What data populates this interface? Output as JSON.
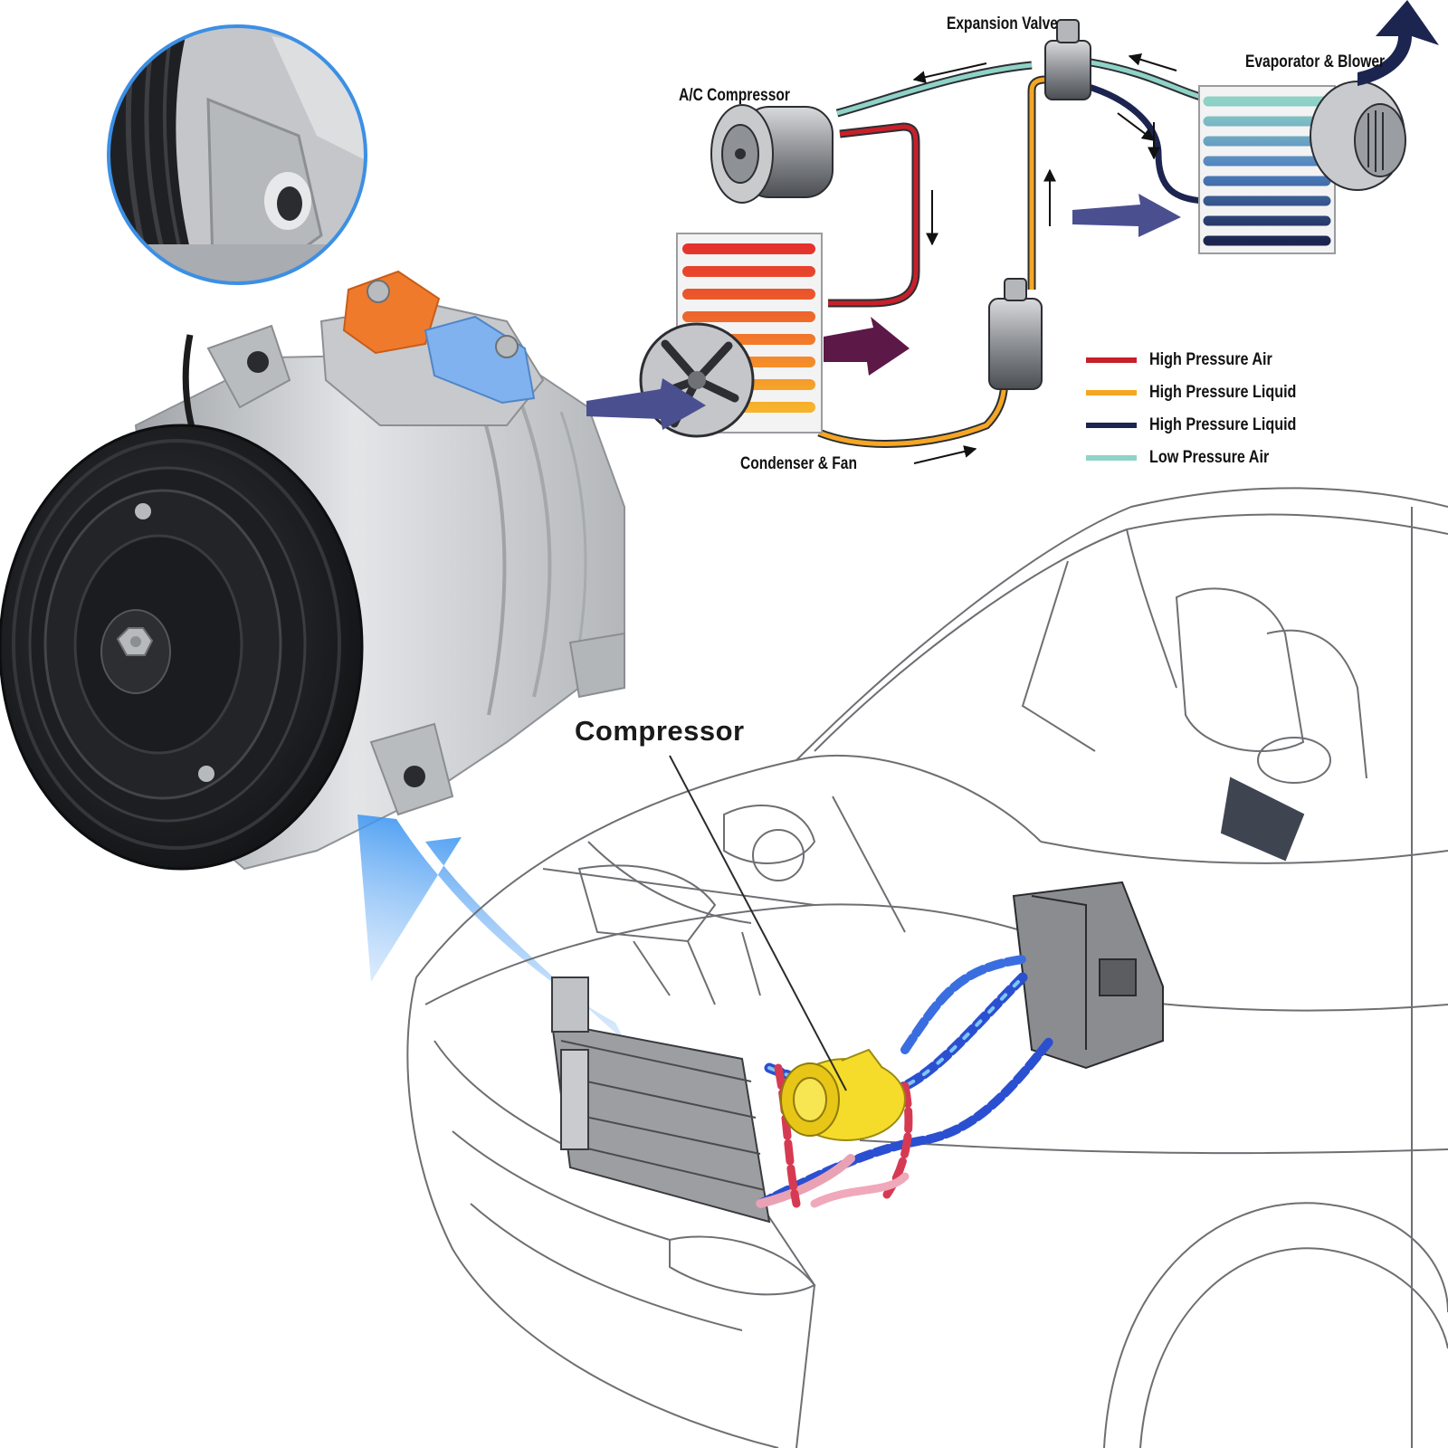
{
  "labels": {
    "expansion_valve": "Expansion Valve",
    "ac_compressor": "A/C Compressor",
    "evaporator_blower": "Evaporator & Blower",
    "condenser_fan": "Condenser & Fan",
    "compressor": "Compressor"
  },
  "legend": [
    {
      "label": "High Pressure Air",
      "color": "#c8202a"
    },
    {
      "label": "High Pressure Liquid",
      "color": "#f5a623"
    },
    {
      "label": "High Pressure Liquid",
      "color": "#1c2550"
    },
    {
      "label": "Low Pressure Air",
      "color": "#8fd3c7"
    }
  ],
  "colors": {
    "high_pressure_air": "#c8202a",
    "high_pressure_liquid_orange": "#f5a623",
    "high_pressure_liquid_navy": "#1c2550",
    "low_pressure_air": "#8fd3c7",
    "blue_arrow": "#3d95ec",
    "air_arrow_purple": "#4a4f8f",
    "hot_air_arrow": "#5c1846",
    "compressor_body": "#c9cbcd",
    "pulley": "#1e1f22",
    "service_port_orange": "#f07a2c",
    "service_port_blue": "#7fb2ef"
  }
}
